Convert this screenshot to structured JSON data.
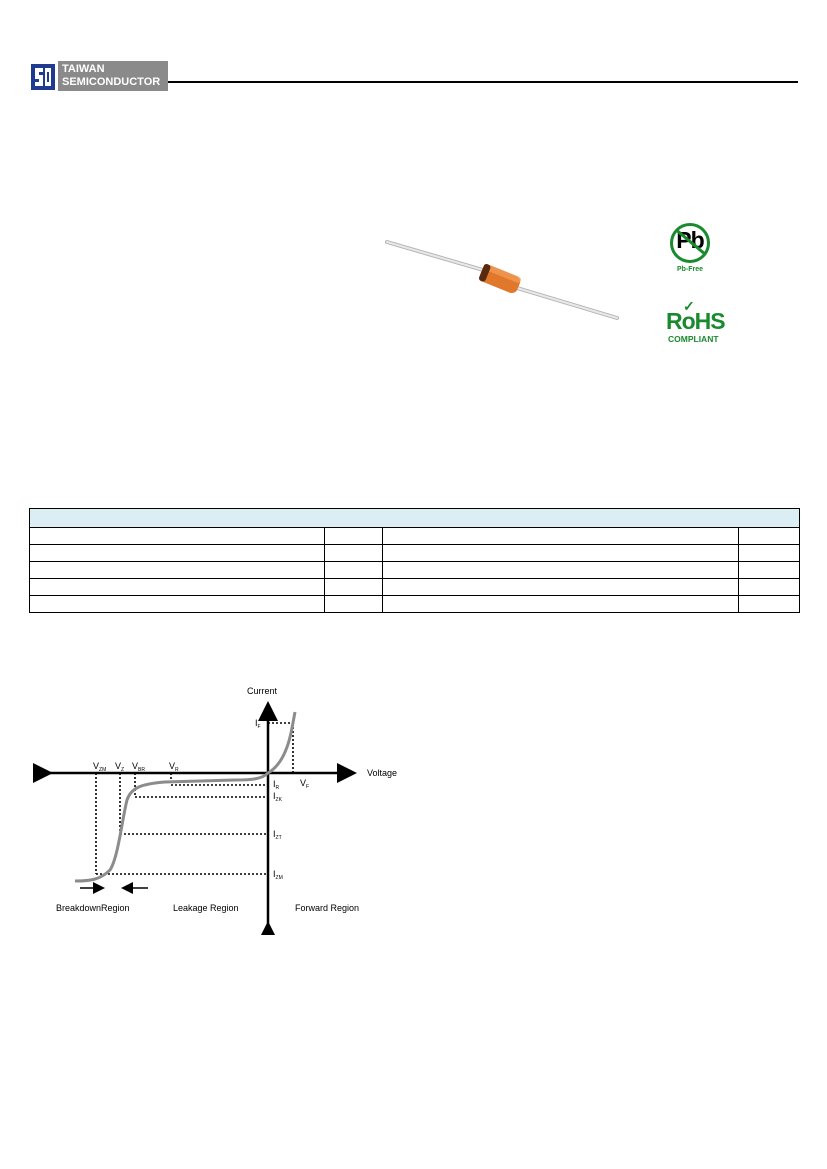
{
  "header": {
    "company_line1": "TAIWAN",
    "company_line2": "SEMICONDUCTOR"
  },
  "badges": {
    "pb_symbol": "Pb",
    "pb_caption": "Pb-Free",
    "rohs_title": "RoHS",
    "rohs_sub": "COMPLIANT"
  },
  "table": {
    "header": "",
    "rows": [
      [
        "",
        "",
        "",
        ""
      ],
      [
        "",
        "",
        "",
        ""
      ],
      [
        "",
        "",
        "",
        ""
      ],
      [
        "",
        "",
        "",
        ""
      ],
      [
        "",
        "",
        "",
        ""
      ]
    ]
  },
  "diagram": {
    "y_axis": "Current",
    "x_axis": "Voltage",
    "labels": {
      "IF": "I",
      "IF_sub": "F",
      "VF": "V",
      "VF_sub": "F",
      "IR": "I",
      "IR_sub": "R",
      "IZK": "I",
      "IZK_sub": "ZK",
      "IZT": "I",
      "IZT_sub": "ZT",
      "IZM": "I",
      "IZM_sub": "ZM",
      "VZM": "V",
      "VZM_sub": "ZM",
      "VZ": "V",
      "VZ_sub": "Z",
      "VBR": "V",
      "VBR_sub": "BR",
      "VR": "V",
      "VR_sub": "R"
    },
    "regions": {
      "breakdown": "BreakdownRegion",
      "leakage": "Leakage Region",
      "forward": "Forward Region"
    },
    "colors": {
      "curve": "#8c8c8c",
      "axis": "#000000"
    }
  }
}
